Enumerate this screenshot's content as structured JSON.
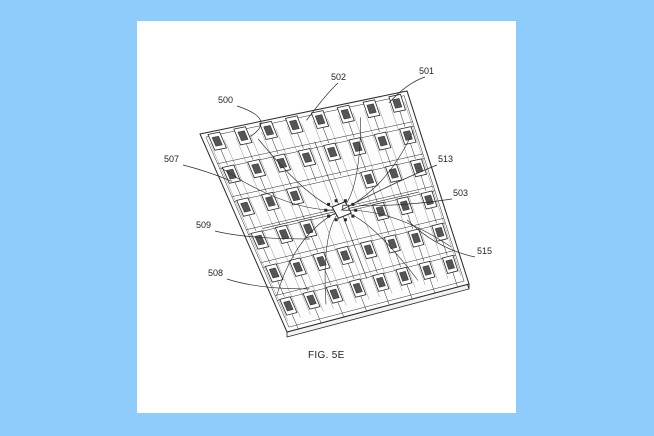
{
  "figure": {
    "caption": "FIG. 5E",
    "labels": [
      "500",
      "502",
      "501",
      "507",
      "513",
      "503",
      "509",
      "515",
      "508"
    ]
  },
  "colors": {
    "background": "#8ecdfb",
    "sheet": "#ffffff",
    "ink": "#2a2a2a"
  },
  "grid": {
    "rows": 6,
    "columns": 8
  }
}
